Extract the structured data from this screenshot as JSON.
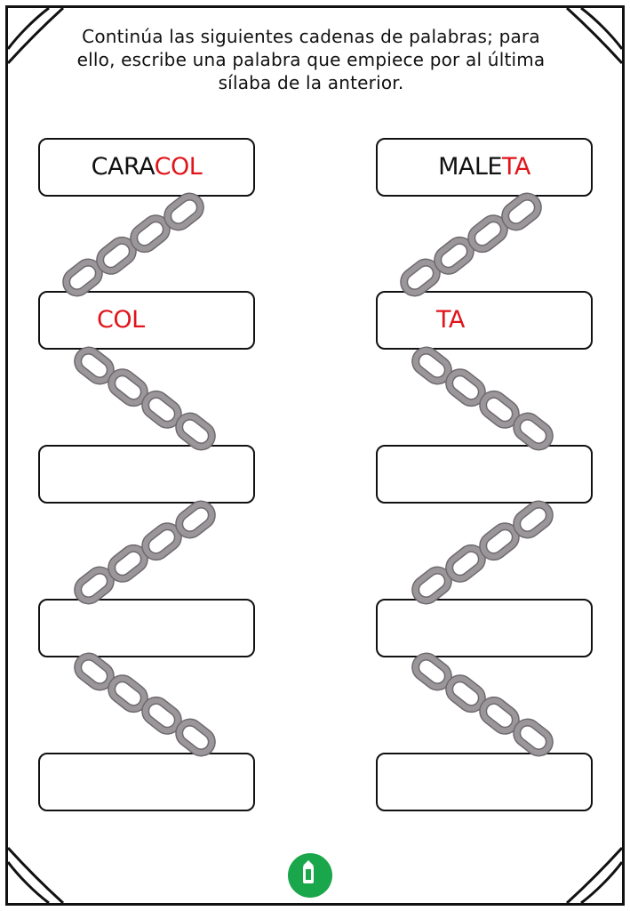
{
  "instructions": {
    "line1": "Continúa las siguientes cadenas de palabras; para",
    "line2": "ello, escribe una palabra que empiece por al última",
    "line3": "sílaba de la anterior."
  },
  "columns": [
    {
      "word_prefix": "CARA",
      "word_suffix": "COL",
      "second_box": "COL",
      "blank_boxes": 3
    },
    {
      "word_prefix": "MALE",
      "word_suffix": "TA",
      "second_box": "TA",
      "blank_boxes": 3
    }
  ],
  "colors": {
    "highlight": "#e0151b",
    "chain": "#9a969a",
    "logo": "#1aa64a",
    "border": "#111111"
  },
  "icons": [
    "chain-icon",
    "corner-ornament",
    "logo-icon"
  ]
}
